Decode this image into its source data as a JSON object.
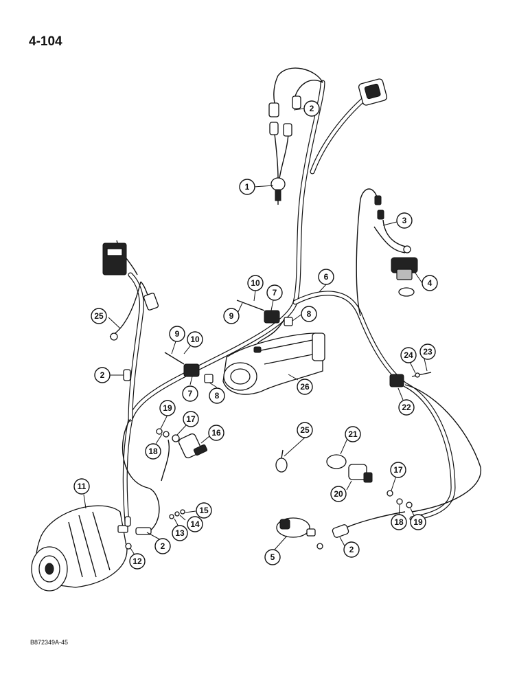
{
  "page_number": "4-104",
  "figure_ref": "B872349A-45",
  "callouts": [
    {
      "label": "1"
    },
    {
      "label": "2"
    },
    {
      "label": "3"
    },
    {
      "label": "4"
    },
    {
      "label": "10"
    },
    {
      "label": "7"
    },
    {
      "label": "6"
    },
    {
      "label": "9"
    },
    {
      "label": "8"
    },
    {
      "label": "25"
    },
    {
      "label": "9"
    },
    {
      "label": "10"
    },
    {
      "label": "2"
    },
    {
      "label": "7"
    },
    {
      "label": "8"
    },
    {
      "label": "26"
    },
    {
      "label": "24"
    },
    {
      "label": "23"
    },
    {
      "label": "22"
    },
    {
      "label": "19"
    },
    {
      "label": "17"
    },
    {
      "label": "16"
    },
    {
      "label": "18"
    },
    {
      "label": "25"
    },
    {
      "label": "21"
    },
    {
      "label": "11"
    },
    {
      "label": "15"
    },
    {
      "label": "14"
    },
    {
      "label": "13"
    },
    {
      "label": "12"
    },
    {
      "label": "2"
    },
    {
      "label": "20"
    },
    {
      "label": "17"
    },
    {
      "label": "18"
    },
    {
      "label": "19"
    },
    {
      "label": "5"
    },
    {
      "label": "2"
    }
  ]
}
